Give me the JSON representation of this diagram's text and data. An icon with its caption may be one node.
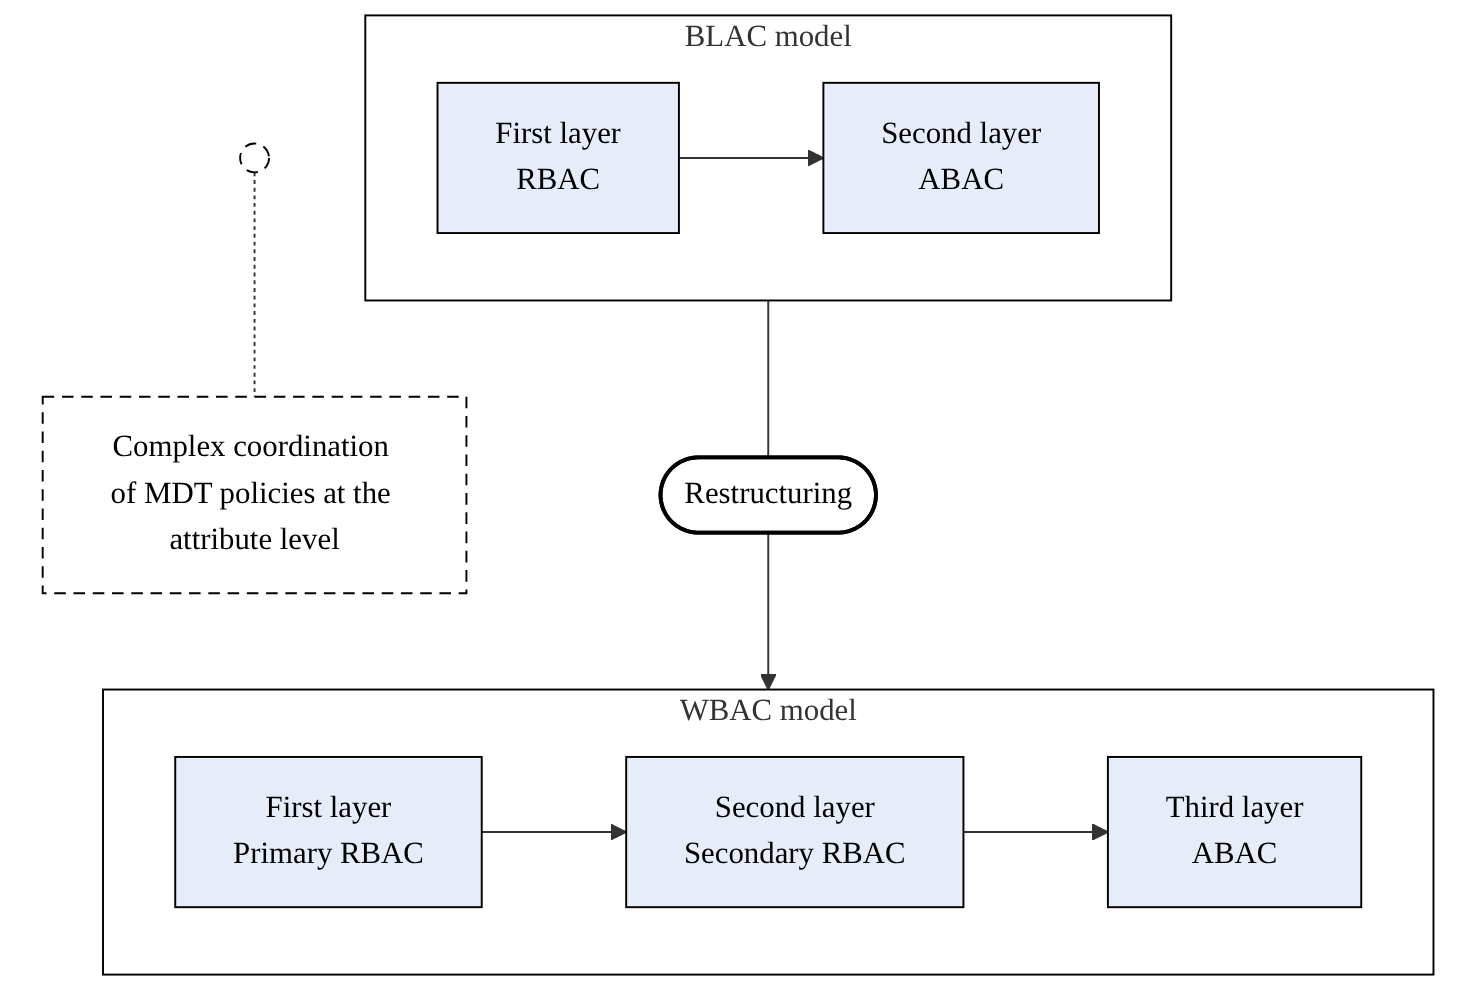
{
  "diagram": {
    "nodes": [
      {
        "text": [
          "BLAC model"
        ]
      },
      {
        "text": [
          "First layer",
          "RBAC"
        ],
        "in": 0
      },
      {
        "text": [
          "Second layer",
          "ABAC"
        ],
        "in": 0
      },
      {
        "text": [],
        "shape": "circle"
      },
      {
        "text": [
          "Complex coordination of MDT policies at the attribute level"
        ]
      },
      {
        "text": [
          "Restructuring"
        ]
      },
      {
        "text": [
          "WBAC model"
        ]
      },
      {
        "text": [
          "First layer",
          "Primary RBAC"
        ],
        "in": 6
      },
      {
        "text": [
          "Second layer",
          "Secondary RBAC"
        ],
        "in": 6
      },
      {
        "text": [
          "Third layer",
          "ABAC"
        ],
        "in": 6
      }
    ],
    "edges": [
      {
        "from": 1,
        "to": 2,
        "arrow": "to"
      },
      {
        "from": 3,
        "to": 4,
        "arrow": "none",
        "style": "dashed"
      },
      {
        "from": 0,
        "to": 5,
        "arrow": "none"
      },
      {
        "from": 5,
        "to": 6,
        "arrow": "to"
      },
      {
        "from": 7,
        "to": 8,
        "arrow": "to"
      },
      {
        "from": 8,
        "to": 9,
        "arrow": "to"
      }
    ]
  }
}
